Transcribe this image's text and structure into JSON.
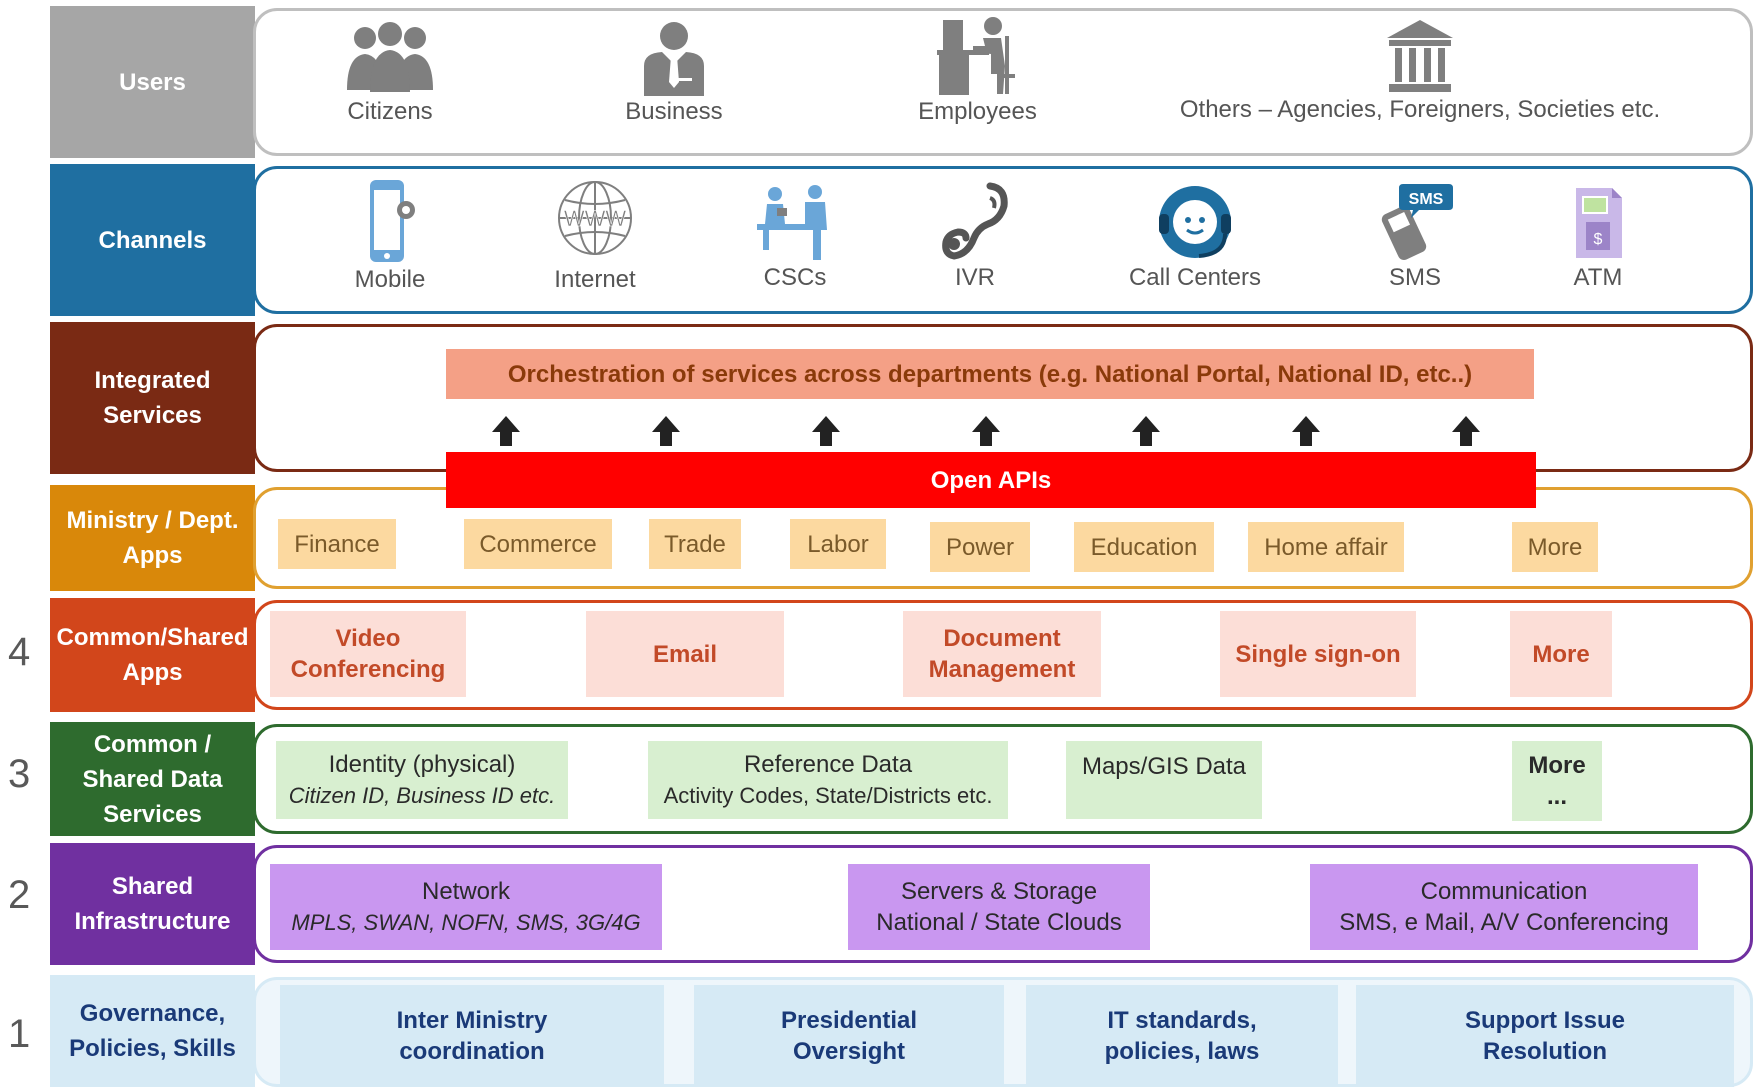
{
  "layers": {
    "users": {
      "label": "Users",
      "color": "#a6a6a6",
      "border": "#bfbfbf"
    },
    "channels": {
      "label": "Channels",
      "color": "#1f6fa1",
      "border": "#1f6fa1"
    },
    "integrated": {
      "label": "Integrated Services",
      "color": "#7a2a14",
      "border": "#7a2a14"
    },
    "ministry": {
      "label": "Ministry / Dept. Apps",
      "color": "#d9880a",
      "border": "#e0a030"
    },
    "shared_apps": {
      "label": "Common/Shared Apps",
      "color": "#d2461b",
      "border": "#d2461b"
    },
    "data_services": {
      "label": "Common / Shared Data Services",
      "color": "#2e6b2e",
      "border": "#2e6b2e"
    },
    "infrastructure": {
      "label": "Shared Infrastructure",
      "color": "#7030a0",
      "border": "#7030a0"
    },
    "governance": {
      "label": "Governance, Policies, Skills",
      "color": "#d6eaf5",
      "border": "#d6eaf5"
    }
  },
  "numbers": [
    "4",
    "3",
    "2",
    "1"
  ],
  "users": [
    {
      "label": "Citizens",
      "icon": "citizens-icon"
    },
    {
      "label": "Business",
      "icon": "business-icon"
    },
    {
      "label": "Employees",
      "icon": "employees-icon"
    },
    {
      "label": "Others – Agencies, Foreigners, Societies etc.",
      "icon": "institution-icon"
    }
  ],
  "channels": [
    {
      "label": "Mobile",
      "icon": "mobile-icon"
    },
    {
      "label": "Internet",
      "icon": "globe-icon"
    },
    {
      "label": "CSCs",
      "icon": "csc-icon"
    },
    {
      "label": "IVR",
      "icon": "phone-icon"
    },
    {
      "label": "Call Centers",
      "icon": "headset-icon"
    },
    {
      "label": "SMS",
      "icon": "sms-icon"
    },
    {
      "label": "ATM",
      "icon": "atm-icon"
    }
  ],
  "integrated": {
    "orchestration": "Orchestration of services across departments (e.g. National Portal, National ID, etc..)",
    "open_apis": "Open APIs"
  },
  "ministry_apps": [
    "Finance",
    "Commerce",
    "Trade",
    "Labor",
    "Power",
    "Education",
    "Home affair",
    "More"
  ],
  "shared_apps": [
    "Video Conferencing",
    "Email",
    "Document Management",
    "Single sign-on",
    "More"
  ],
  "data_services": [
    {
      "title": "Identity (physical)",
      "sub": "Citizen ID, Business ID etc."
    },
    {
      "title": "Reference Data",
      "sub": "Activity  Codes, State/Districts etc."
    },
    {
      "title": "Maps/GIS Data",
      "sub": ""
    },
    {
      "title": "More",
      "sub": "..."
    }
  ],
  "infrastructure": [
    {
      "title": "Network",
      "sub": "MPLS, SWAN, NOFN,  SMS, 3G/4G"
    },
    {
      "title": "Servers & Storage",
      "sub": "National / State Clouds"
    },
    {
      "title": "Communication",
      "sub": "SMS, e Mail, A/V  Conferencing"
    }
  ],
  "governance": [
    "Inter Ministry coordination",
    "Presidential Oversight",
    "IT standards, policies, laws",
    "Support Issue Resolution"
  ]
}
